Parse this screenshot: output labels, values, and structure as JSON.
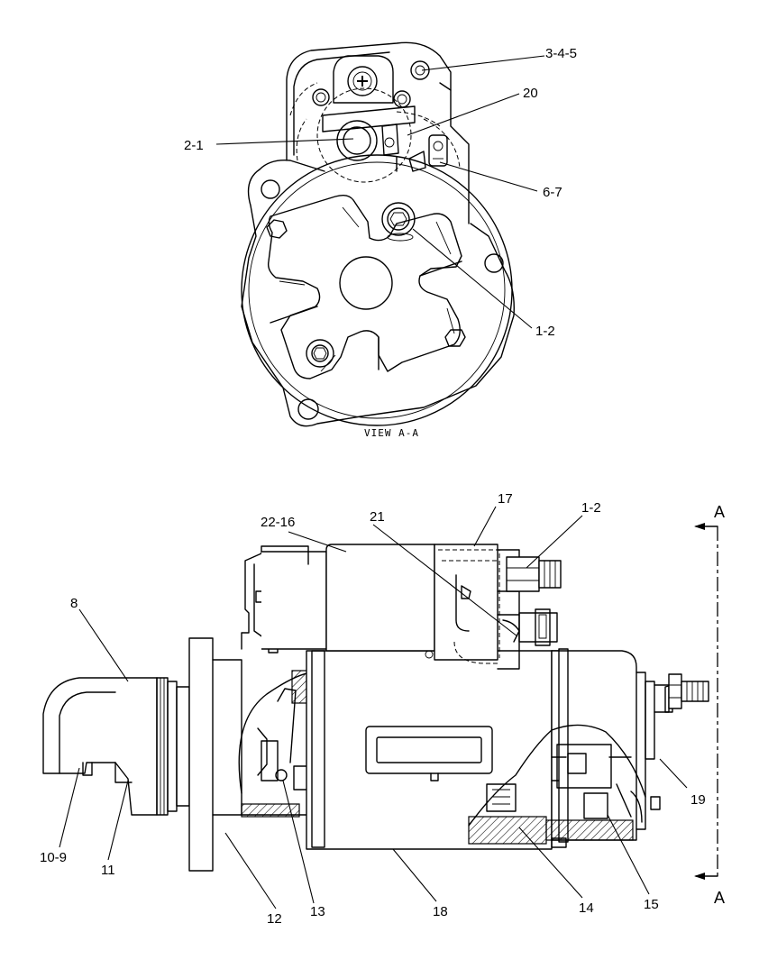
{
  "view_label": "VIEW A-A",
  "section_marker": "A",
  "callouts": {
    "c_3_4_5": "3-4-5",
    "c_20": "20",
    "c_2_1": "2-1",
    "c_6_7": "6-7",
    "c_1_2_top": "1-2",
    "c_22_16": "22-16",
    "c_17": "17",
    "c_21": "21",
    "c_1_2_side": "1-2",
    "c_8": "8",
    "c_19": "19",
    "c_10_9": "10-9",
    "c_11": "11",
    "c_12": "12",
    "c_13": "13",
    "c_18": "18",
    "c_14": "14",
    "c_15": "15"
  }
}
